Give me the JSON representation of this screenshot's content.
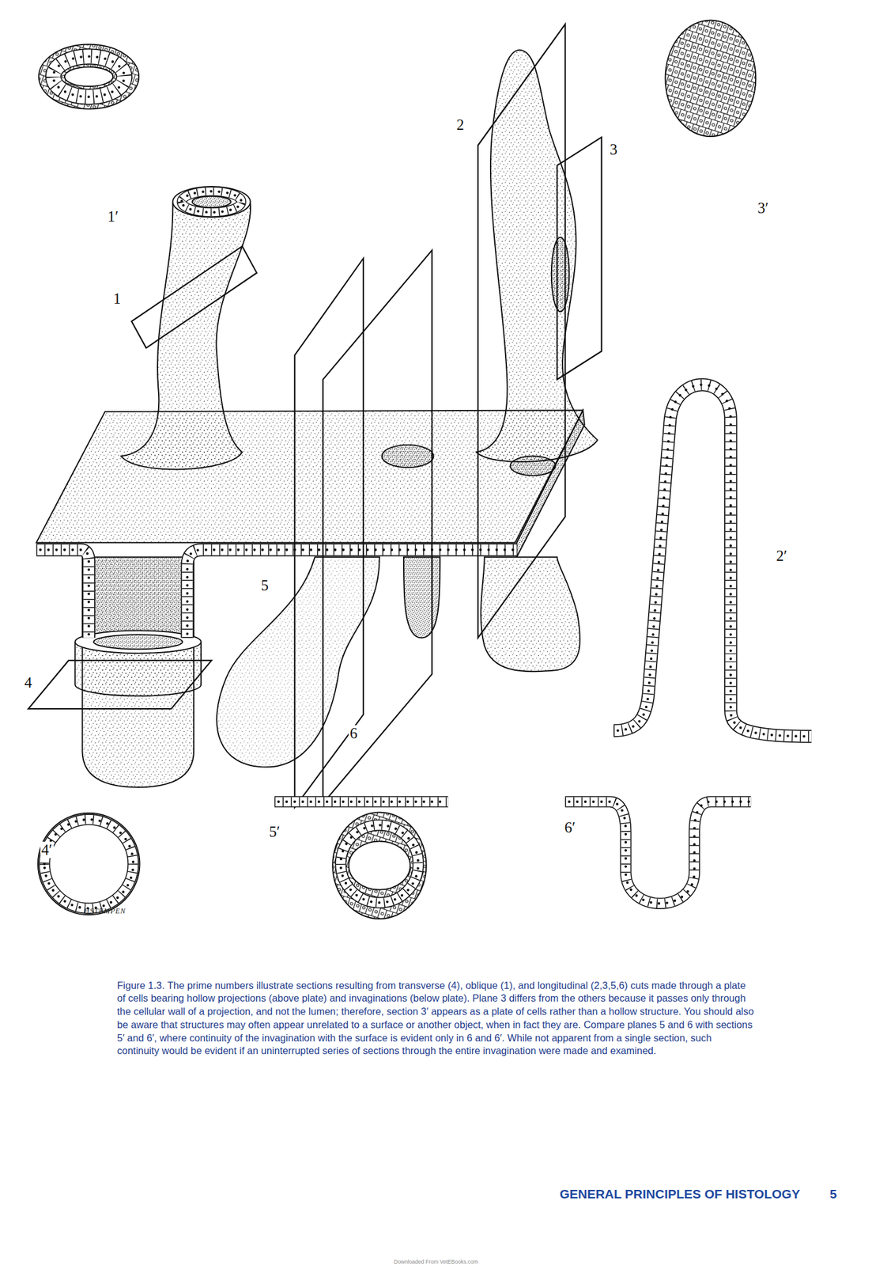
{
  "diagram": {
    "caption": "Figure 1.3. The prime numbers illustrate sections resulting from transverse (4), oblique (1), and longitudinal (2,3,5,6) cuts made through a plate of cells bearing hollow projections (above plate) and invaginations (below plate). Plane 3 differs from the others because it passes only through the cellular wall of a projection, and not the lumen; therefore, section 3′ appears as a plate of cells rather than a hollow structure. You should also be aware that structures may often appear unrelated to a surface or another object, when in fact they are. Compare planes 5 and 6 with sections 5′ and 6′, where continuity of the invagination with the surface is evident only in 6 and 6′. While not apparent from a single section, such continuity would be evident if an uninterrupted series of sections through the entire invagination were made and examined.",
    "labels": [
      "1′",
      "1",
      "2",
      "3",
      "3′",
      "2′",
      "4",
      "5",
      "6",
      "5′",
      "6′",
      "4′",
      "HSTEMPEN",
      "GENERAL PRINCIPLES OF HISTOLOGY",
      "5",
      "Downloaded From VetEBooks.com"
    ]
  }
}
